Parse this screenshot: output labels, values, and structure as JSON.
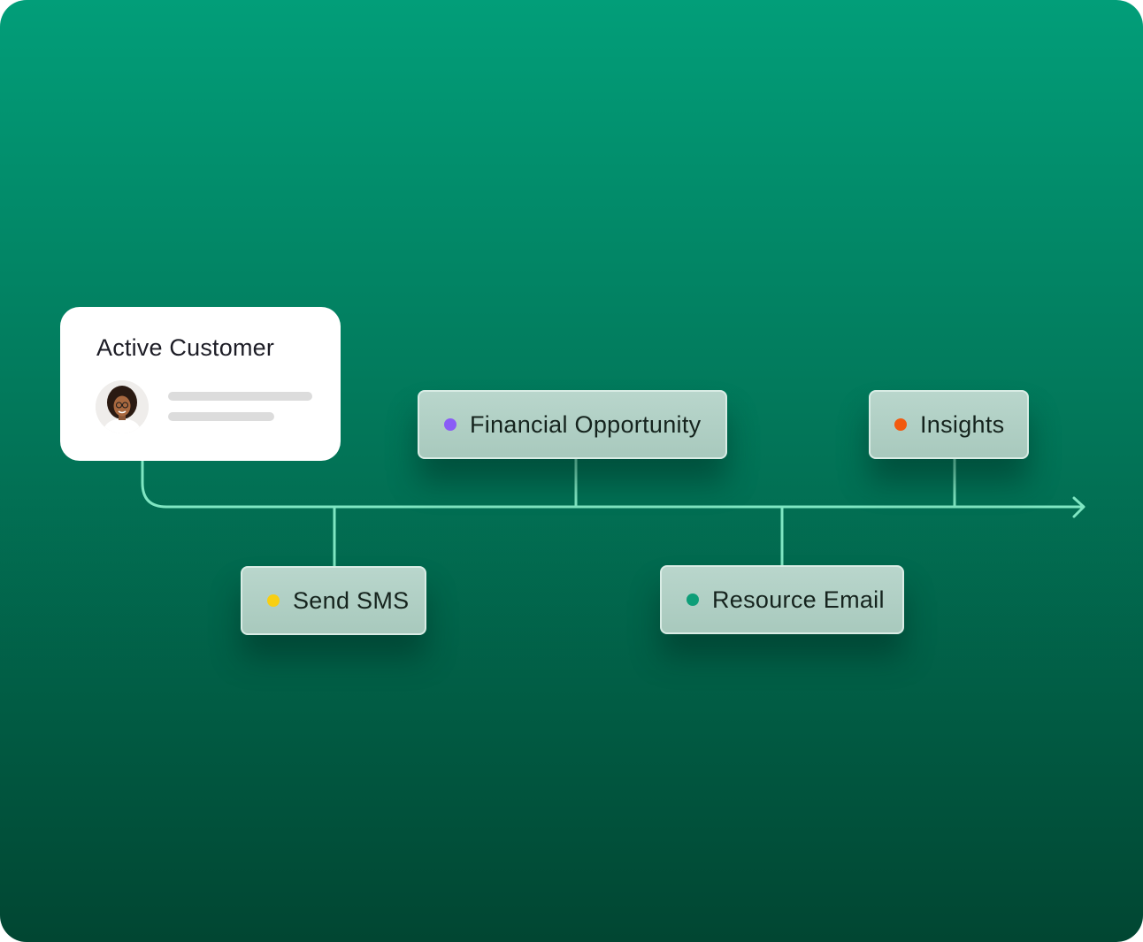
{
  "colors": {
    "background_top": "#029e79",
    "background_bottom": "#014632",
    "connector": "#7fe6c2",
    "dot_financial": "#8a5cf6",
    "dot_insights": "#f25a0f",
    "dot_sms": "#f8cf12",
    "dot_resource": "#0e9e78"
  },
  "customer_card": {
    "title": "Active Customer",
    "avatar_icon": "customer-avatar"
  },
  "nodes": {
    "financial": {
      "label": "Financial Opportunity"
    },
    "insights": {
      "label": "Insights"
    },
    "sms": {
      "label": "Send SMS"
    },
    "resource": {
      "label": "Resource Email"
    }
  }
}
